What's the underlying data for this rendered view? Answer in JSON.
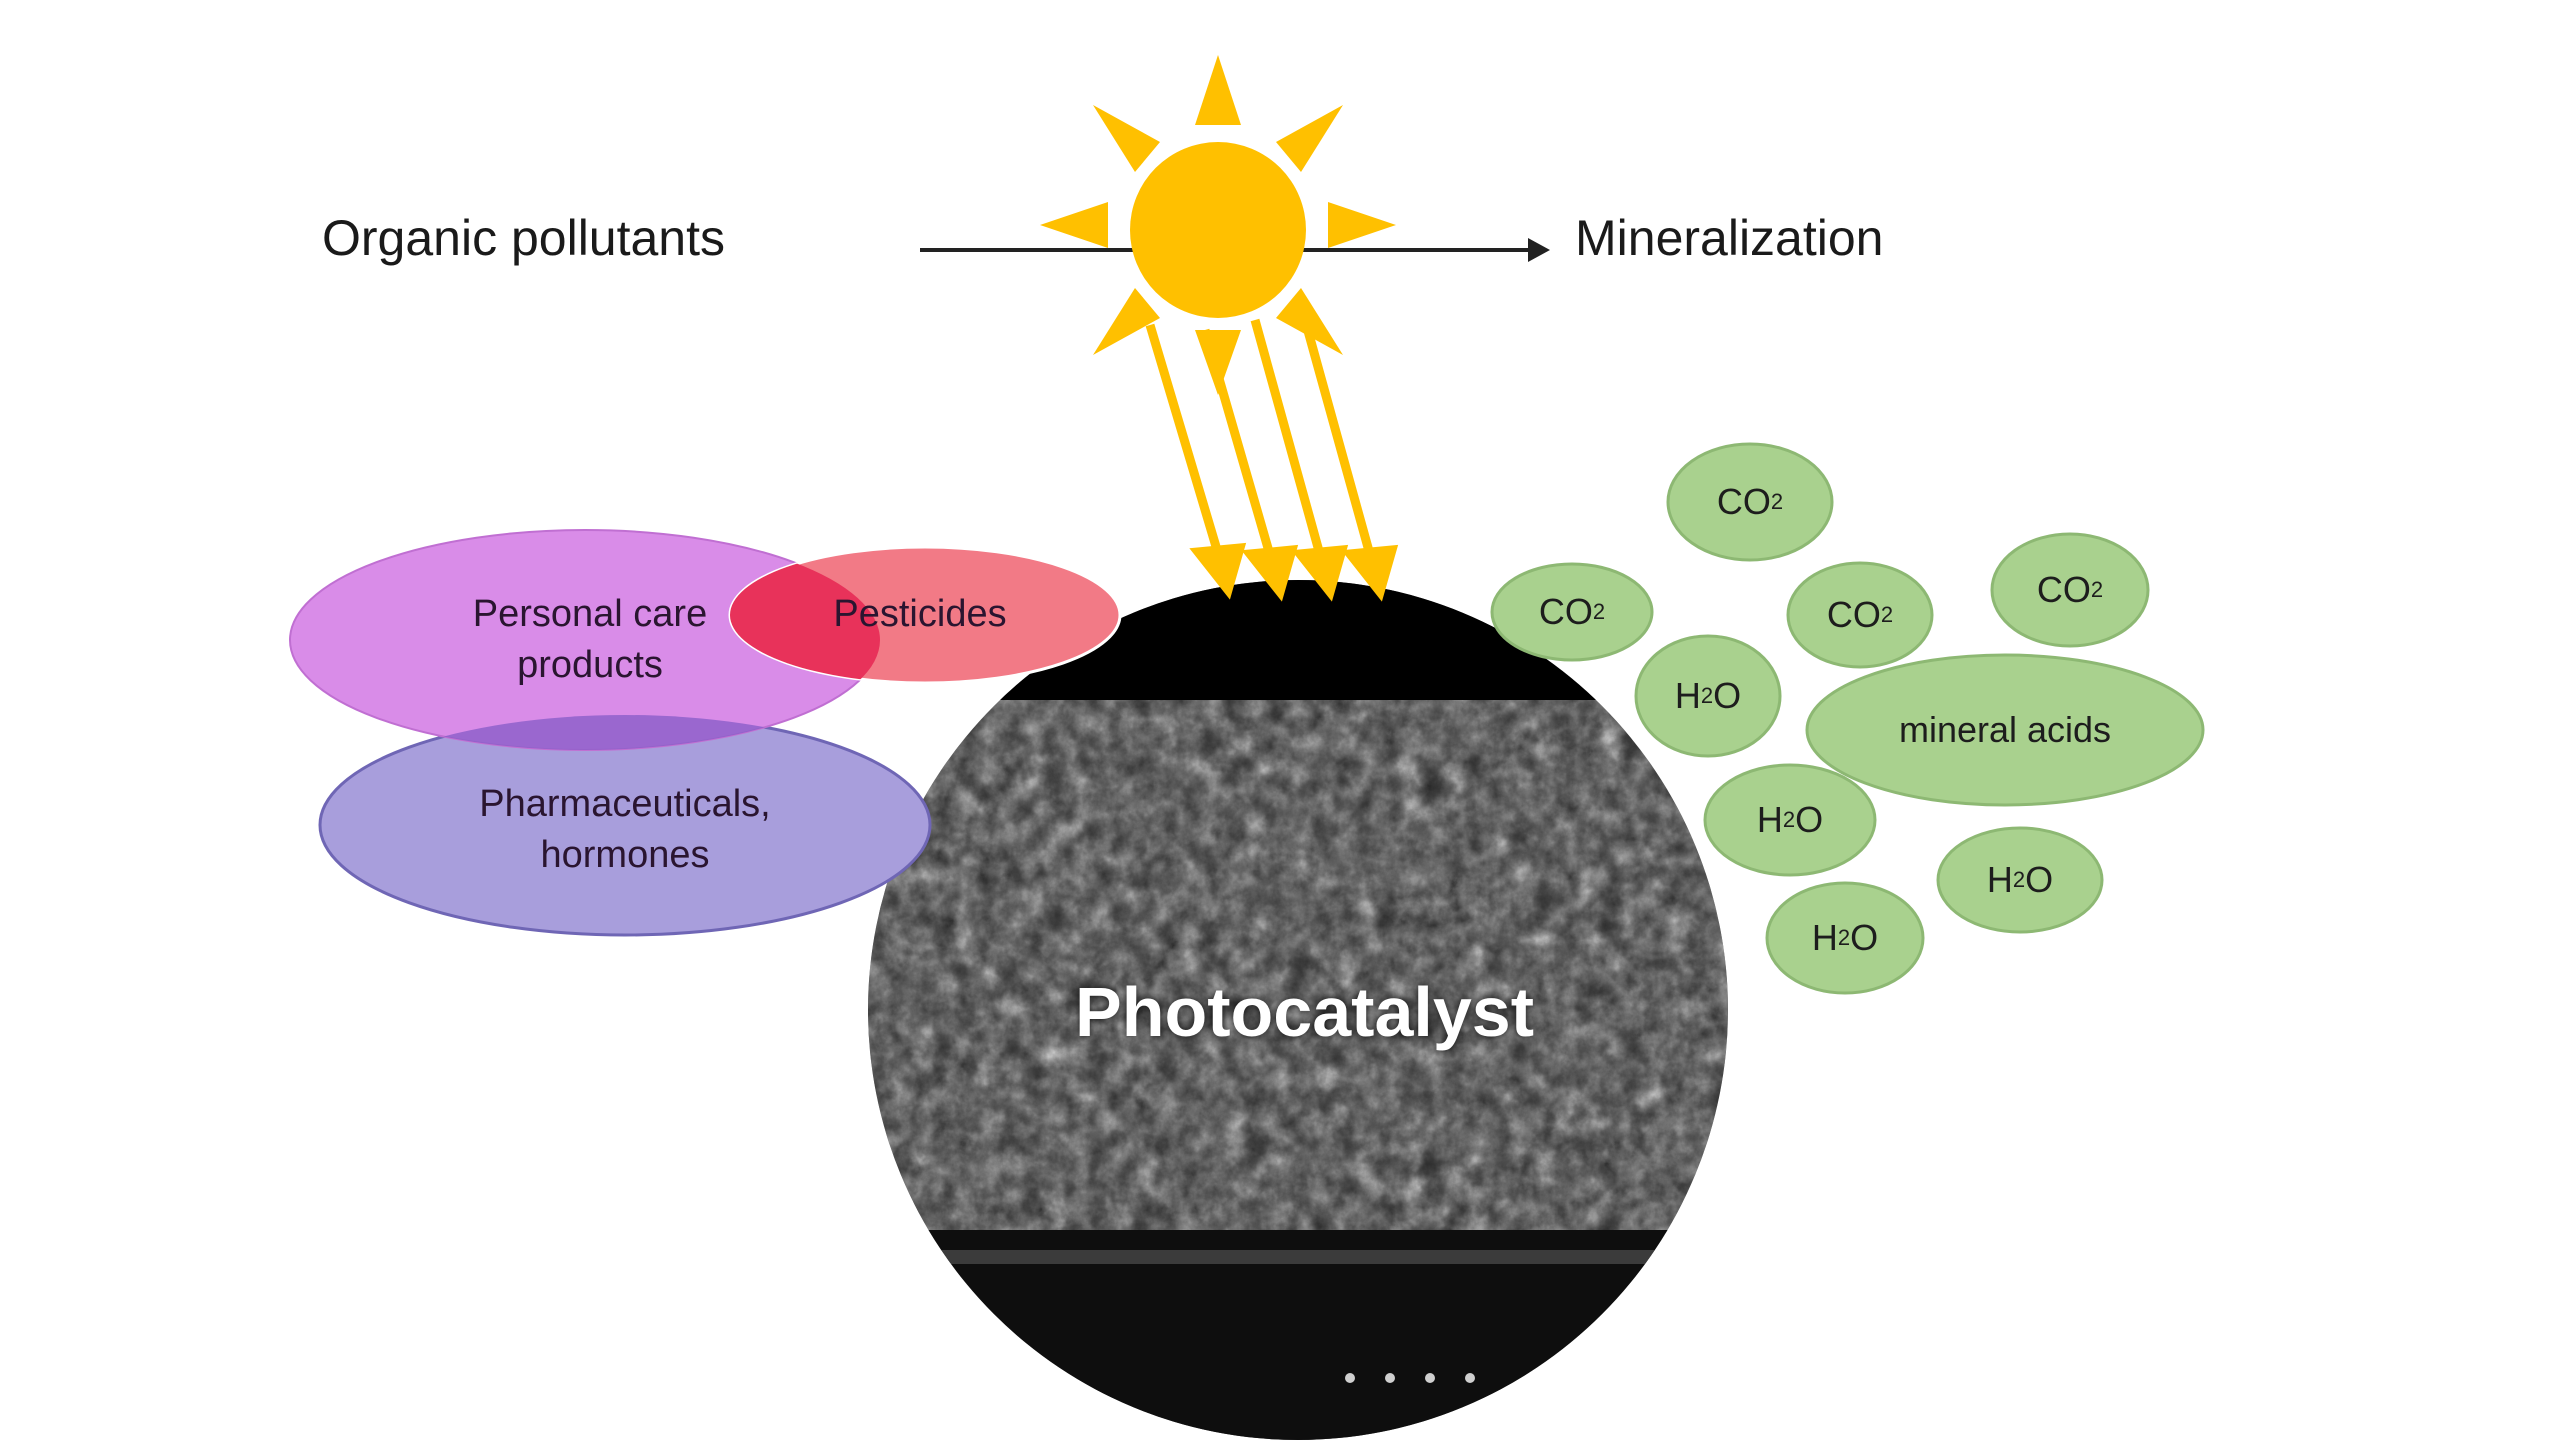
{
  "labels": {
    "organic_pollutants": "Organic pollutants",
    "mineralization": "Mineralization",
    "photocatalyst": "Photocatalyst"
  },
  "pollutants": {
    "personal_care": "Personal care products",
    "pesticides": "Pesticides",
    "pharmaceuticals": "Pharmaceuticals, hormones"
  },
  "products": {
    "co2": {
      "base": "CO",
      "sub": "2"
    },
    "h2o": {
      "base": "H",
      "sub": "2",
      "tail": "O"
    },
    "mineral_acids": "mineral acids"
  },
  "colors": {
    "sun": "#FFC000",
    "personal_care": "#D98CE8",
    "pesticides": "#F27A86",
    "overlap": "#E8325A",
    "pharmaceuticals": "#A89EDC",
    "products_fill": "#A9D18E",
    "products_stroke": "#8DB873",
    "arrow": "#222222"
  }
}
